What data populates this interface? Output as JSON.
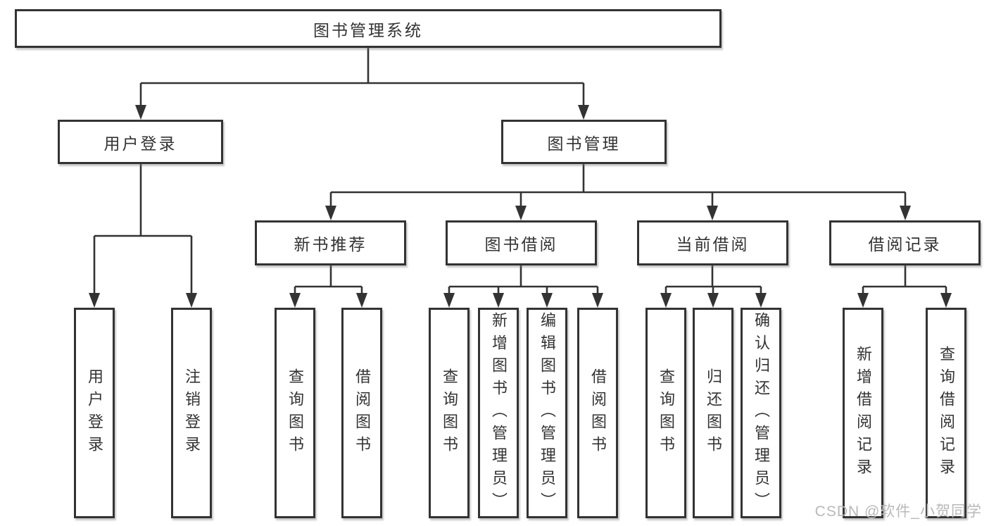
{
  "diagram_title": "图书管理系统",
  "nodes": {
    "root": {
      "label": "图书管理系统"
    },
    "level2": [
      {
        "label": "用户登录",
        "parent": "图书管理系统"
      },
      {
        "label": "图书管理",
        "parent": "图书管理系统"
      }
    ],
    "level3": [
      {
        "label": "新书推荐",
        "parent": "图书管理"
      },
      {
        "label": "图书借阅",
        "parent": "图书管理"
      },
      {
        "label": "当前借阅",
        "parent": "图书管理"
      },
      {
        "label": "借阅记录",
        "parent": "图书管理"
      }
    ],
    "leaves": [
      {
        "label": "用户登录",
        "parent": "用户登录"
      },
      {
        "label": "注销登录",
        "parent": "用户登录"
      },
      {
        "label": "查询图书",
        "parent": "新书推荐"
      },
      {
        "label": "借阅图书",
        "parent": "新书推荐"
      },
      {
        "label": "查询图书",
        "parent": "图书借阅"
      },
      {
        "label": "新增图书（管理员）",
        "parent": "图书借阅"
      },
      {
        "label": "编辑图书（管理员）",
        "parent": "图书借阅"
      },
      {
        "label": "借阅图书",
        "parent": "图书借阅"
      },
      {
        "label": "查询图书",
        "parent": "当前借阅"
      },
      {
        "label": "归还图书",
        "parent": "当前借阅"
      },
      {
        "label": "确认归还（管理员）",
        "parent": "当前借阅"
      },
      {
        "label": "新增借阅记录",
        "parent": "借阅记录"
      },
      {
        "label": "查询借阅记录",
        "parent": "借阅记录"
      }
    ]
  },
  "watermark": {
    "text": "CSDN @软件_小贺同学"
  },
  "colors": {
    "line": "#333333",
    "border": "#333333",
    "text": "#333333",
    "watermark": "#b9b9b9",
    "background": "#ffffff"
  }
}
